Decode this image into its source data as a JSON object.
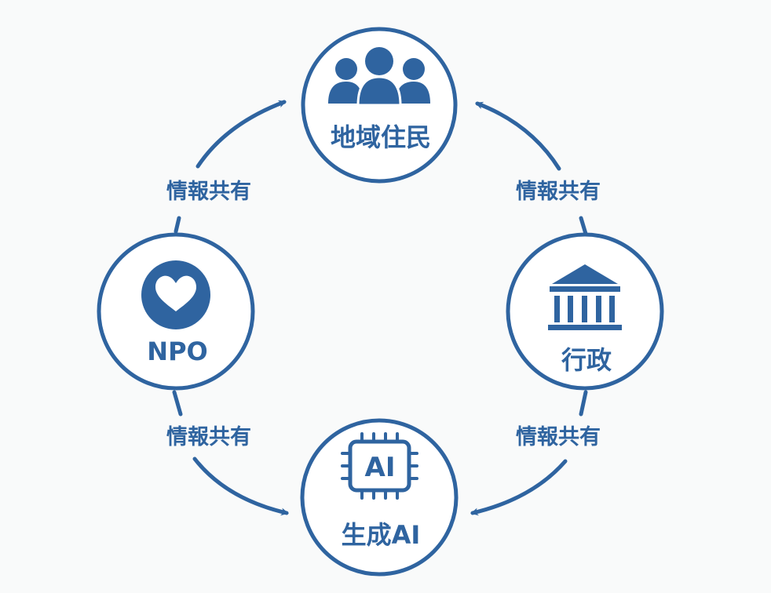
{
  "colors": {
    "primary": "#2f64a0",
    "background": "#f9fafa"
  },
  "nodes": {
    "top": {
      "label": "地域住民",
      "icon": "people-icon"
    },
    "left": {
      "label": "NPO",
      "icon": "heart-icon"
    },
    "right": {
      "label": "行政",
      "icon": "government-building-icon"
    },
    "bottom": {
      "label": "生成AI",
      "icon": "ai-chip-icon",
      "chip_text": "AI"
    }
  },
  "edges": {
    "top_left": {
      "label": "情報共有"
    },
    "top_right": {
      "label": "情報共有"
    },
    "bottom_left": {
      "label": "情報共有"
    },
    "bottom_right": {
      "label": "情報共有"
    }
  }
}
